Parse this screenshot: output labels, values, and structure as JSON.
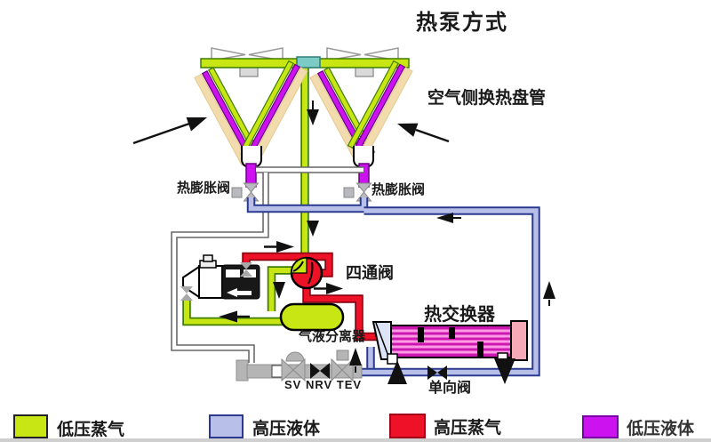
{
  "labels": {
    "title": "热泵方式",
    "coil": "空气侧换热盘管",
    "expansion_valve_left": "热膨胀阀",
    "expansion_valve_right": "热膨胀阀",
    "four_way_valve": "四通阀",
    "gas_liquid_separator": "气液分离器",
    "heat_exchanger": "热交换器",
    "check_valve": "单向阀",
    "valve_train": "SV NRV TEV"
  },
  "legend": {
    "items": [
      {
        "label": "低压蒸气",
        "color": "#c8e613"
      },
      {
        "label": "高压液体",
        "color": "#b8c0ea"
      },
      {
        "label": "高压蒸气",
        "color": "#ee1228"
      },
      {
        "label": "低压液体",
        "color": "#cc12ee"
      }
    ]
  },
  "colors": {
    "low_pressure_vapor": "#c8e613",
    "high_pressure_liquid": "#b8c0ea",
    "high_pressure_vapor": "#ee1228",
    "low_pressure_liquid": "#cc12ee",
    "coil_fin": "#f2dcad",
    "inactive_pipe": "#ffffff",
    "frame_gray": "#b5b5b5"
  }
}
